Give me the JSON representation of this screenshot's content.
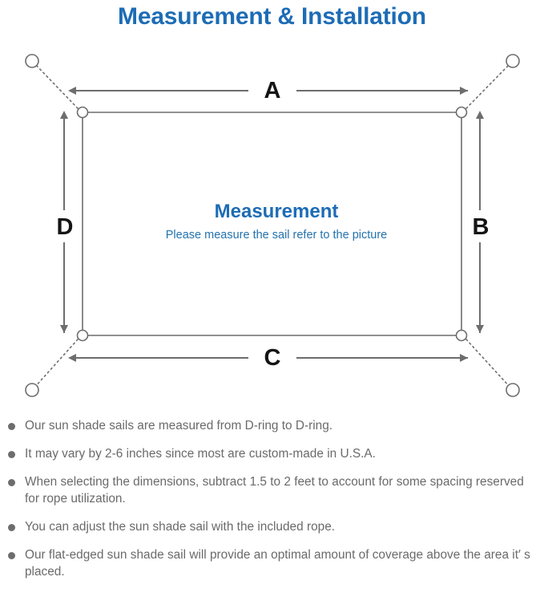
{
  "page": {
    "title": "Measurement & Installation",
    "title_color": "#1d6cb5",
    "background": "#ffffff"
  },
  "diagram": {
    "name": "sun-shade-sail-measurement-diagram",
    "center": {
      "heading": "Measurement",
      "subheading": "Please measure the sail refer to the picture",
      "heading_color": "#1d6cb5",
      "subheading_color": "#2472ac"
    },
    "dimension_labels": {
      "top": "A",
      "right": "B",
      "bottom": "C",
      "left": "D"
    },
    "label_color": "#141414",
    "line_color": "#6d6d6d",
    "sail_border_color": "#6d6d6d",
    "rope_style": "dotted",
    "corners": [
      {
        "name": "top-left",
        "d_ring": true,
        "anchor_ring": true
      },
      {
        "name": "top-right",
        "d_ring": true,
        "anchor_ring": true
      },
      {
        "name": "bottom-left",
        "d_ring": true,
        "anchor_ring": true
      },
      {
        "name": "bottom-right",
        "d_ring": true,
        "anchor_ring": true
      }
    ]
  },
  "notes": {
    "bullet_color": "#6d6d6d",
    "text_color": "#6a6a6a",
    "items": [
      "Our sun shade sails are measured from D-ring to D-ring.",
      "It may vary by 2-6 inches since most are custom-made in U.S.A.",
      "When selecting the dimensions, subtract 1.5 to 2 feet to account for some spacing reserved for rope utilization.",
      "You can adjust the sun shade sail with the included rope.",
      "Our flat-edged sun shade sail will provide an optimal amount of coverage above the area it′ s placed."
    ]
  }
}
